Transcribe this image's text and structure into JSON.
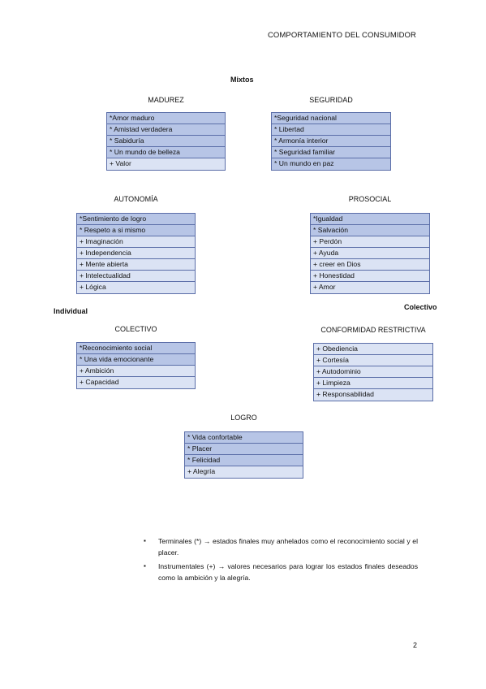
{
  "header": {
    "title": "COMPORTAMIENTO DEL CONSUMIDOR"
  },
  "axis_labels": {
    "mixtos": "Mixtos",
    "individual": "Individual",
    "colectivo": "Colectivo"
  },
  "groups": {
    "madurez": {
      "title": "MADUREZ",
      "items": [
        {
          "text": "*Amor maduro",
          "kind": "terminal"
        },
        {
          "text": "* Amistad verdadera",
          "kind": "terminal"
        },
        {
          "text": "* Sabiduría",
          "kind": "terminal"
        },
        {
          "text": "* Un mundo de belleza",
          "kind": "terminal"
        },
        {
          "text": "+ Valor",
          "kind": "instrumental"
        }
      ]
    },
    "seguridad": {
      "title": "SEGURIDAD",
      "items": [
        {
          "text": "*Seguridad nacional",
          "kind": "terminal"
        },
        {
          "text": "* Libertad",
          "kind": "terminal"
        },
        {
          "text": "* Armonía interior",
          "kind": "terminal"
        },
        {
          "text": "* Seguridad familiar",
          "kind": "terminal"
        },
        {
          "text": "* Un mundo en paz",
          "kind": "terminal"
        }
      ]
    },
    "autonomia": {
      "title": "AUTONOMÍA",
      "items": [
        {
          "text": "*Sentimiento de logro",
          "kind": "terminal"
        },
        {
          "text": "* Respeto a si mismo",
          "kind": "terminal"
        },
        {
          "text": "+ Imaginación",
          "kind": "instrumental"
        },
        {
          "text": "+ Independencia",
          "kind": "instrumental"
        },
        {
          "text": "+ Mente abierta",
          "kind": "instrumental"
        },
        {
          "text": "+ Intelectualidad",
          "kind": "instrumental"
        },
        {
          "text": "+ Lógica",
          "kind": "instrumental"
        }
      ]
    },
    "prosocial": {
      "title": "PROSOCIAL",
      "items": [
        {
          "text": "*Igualdad",
          "kind": "terminal"
        },
        {
          "text": "* Salvación",
          "kind": "terminal"
        },
        {
          "text": "+ Perdón",
          "kind": "instrumental"
        },
        {
          "text": "+ Ayuda",
          "kind": "instrumental"
        },
        {
          "text": "+ creer en Dios",
          "kind": "instrumental"
        },
        {
          "text": "+ Honestidad",
          "kind": "instrumental"
        },
        {
          "text": "+ Amor",
          "kind": "instrumental"
        }
      ]
    },
    "colectivo": {
      "title": "COLECTIVO",
      "items": [
        {
          "text": "*Reconocimiento social",
          "kind": "terminal"
        },
        {
          "text": "* Una vida emocionante",
          "kind": "terminal"
        },
        {
          "text": "+ Ambición",
          "kind": "instrumental"
        },
        {
          "text": "+ Capacidad",
          "kind": "instrumental"
        }
      ]
    },
    "conformidad": {
      "title": "CONFORMIDAD RESTRICTIVA",
      "items": [
        {
          "text": "+ Obediencia",
          "kind": "instrumental"
        },
        {
          "text": "+ Cortesía",
          "kind": "instrumental"
        },
        {
          "text": "+ Autodominio",
          "kind": "instrumental"
        },
        {
          "text": "+ Limpieza",
          "kind": "instrumental"
        },
        {
          "text": "+ Responsabilidad",
          "kind": "instrumental"
        }
      ]
    },
    "logro": {
      "title": "LOGRO",
      "items": [
        {
          "text": "* Vida confortable",
          "kind": "terminal"
        },
        {
          "text": "* Placer",
          "kind": "terminal"
        },
        {
          "text": "* Felicidad",
          "kind": "terminal"
        },
        {
          "text": "+ Alegría",
          "kind": "instrumental"
        }
      ]
    }
  },
  "colors": {
    "terminal": "#b7c5e6",
    "instrumental": "#dbe3f4",
    "border": "#5b6ea8"
  },
  "notes": [
    {
      "bullet": "▪",
      "text": "Terminales (*) → estados finales muy anhelados como el reconocimiento social y el placer."
    },
    {
      "bullet": "▪",
      "text": "Instrumentales (+) → valores necesarios para lograr los estados finales deseados como la ambición y la alegría."
    }
  ],
  "page_number": "2"
}
